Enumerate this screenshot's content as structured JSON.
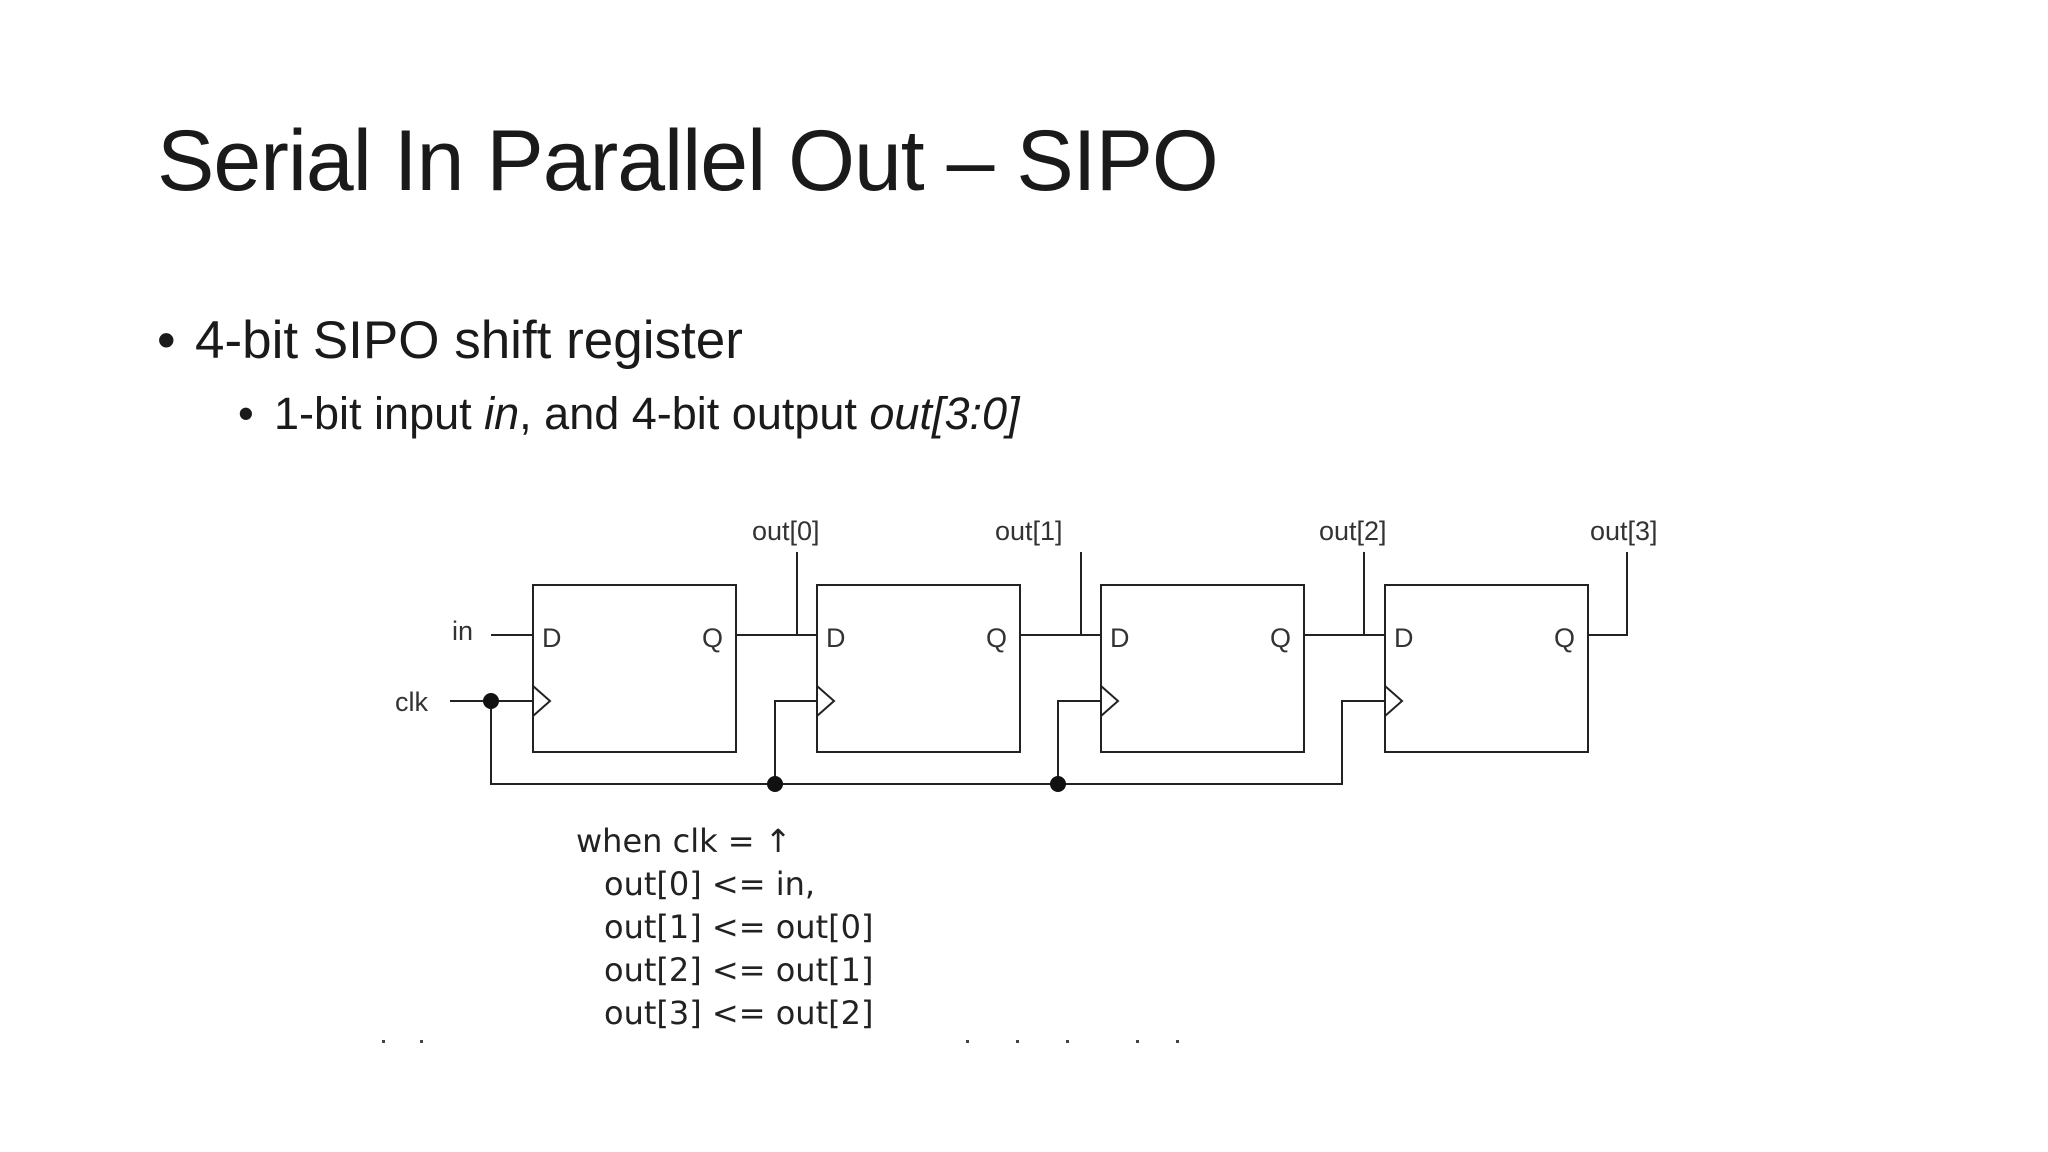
{
  "slide": {
    "title": "Serial In Parallel Out – SIPO",
    "bullet1": "4-bit SIPO shift register",
    "bullet2": {
      "part1": "1-bit input ",
      "part2": "in",
      "part3": ", and 4-bit output ",
      "part4": "out[3:0]"
    }
  },
  "diagram": {
    "input_label": "in",
    "clock_label": "clk",
    "flipflops": [
      {
        "d": "D",
        "q": "Q",
        "output": "out[0]"
      },
      {
        "d": "D",
        "q": "Q",
        "output": "out[1]"
      },
      {
        "d": "D",
        "q": "Q",
        "output": "out[2]"
      },
      {
        "d": "D",
        "q": "Q",
        "output": "out[3]"
      }
    ]
  },
  "code": {
    "line1": "when clk = ↑",
    "line2": "out[0] <= in,",
    "line3": "out[1] <= out[0]",
    "line4": "out[2] <= out[1]",
    "line5": "out[3] <= out[2]"
  }
}
